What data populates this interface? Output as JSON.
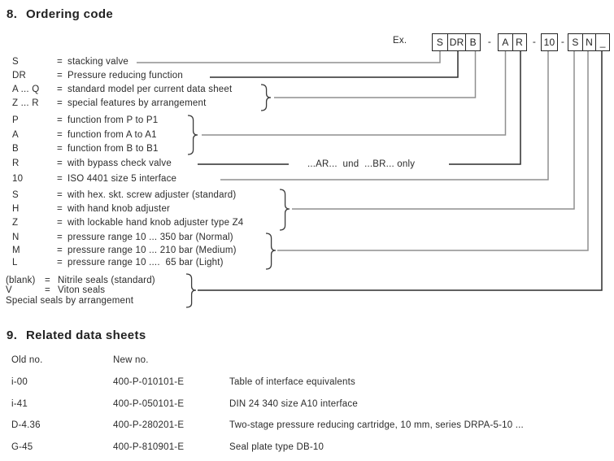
{
  "section8": {
    "number": "8.",
    "title": "Ordering code"
  },
  "example": {
    "label": "Ex."
  },
  "code": {
    "separator": "-",
    "groups": [
      [
        "S",
        "DR",
        "B"
      ],
      [
        "A",
        "R"
      ],
      [
        "10"
      ],
      [
        "S",
        "N",
        "_"
      ]
    ]
  },
  "ordering": {
    "rows": [
      {
        "label": "S",
        "eq": "=",
        "desc": "stacking valve"
      },
      {
        "label": "DR",
        "eq": "=",
        "desc": "Pressure reducing function"
      },
      {
        "label": "A ... Q",
        "eq": "=",
        "desc": "standard model per current data sheet"
      },
      {
        "label": "Z ... R",
        "eq": "=",
        "desc": "special features by arrangement"
      },
      {
        "label": "P",
        "eq": "=",
        "desc": "function from P to P1"
      },
      {
        "label": "A",
        "eq": "=",
        "desc": "function from A to A1"
      },
      {
        "label": "B",
        "eq": "=",
        "desc": "function from B to B1"
      },
      {
        "label": "R",
        "eq": "=",
        "desc": "with bypass check valve"
      },
      {
        "label": "10",
        "eq": "=",
        "desc": "ISO 4401 size 5 interface"
      },
      {
        "label": "S",
        "eq": "=",
        "desc": "with hex. skt. screw adjuster (standard)"
      },
      {
        "label": "H",
        "eq": "=",
        "desc": "with hand knob adjuster"
      },
      {
        "label": "Z",
        "eq": "=",
        "desc": "with lockable hand knob adjuster type Z4"
      },
      {
        "label": "N",
        "eq": "=",
        "desc": "pressure range 10 ... 350 bar (Normal)"
      },
      {
        "label": "M",
        "eq": "=",
        "desc": "pressure range 10 ... 210 bar (Medium)"
      },
      {
        "label": "L",
        "eq": "=",
        "desc": "pressure range 10 ....  65 bar (Light)"
      },
      {
        "label": "(blank)",
        "eq": "=",
        "desc": "Nitrile seals (standard)"
      },
      {
        "label": "V",
        "eq": "=",
        "desc": "Viton seals"
      },
      {
        "label": "Special seals by arrangement",
        "eq": "",
        "desc": ""
      }
    ],
    "note": "...AR...  und  ...BR... only"
  },
  "section9": {
    "number": "9.",
    "title": "Related data sheets"
  },
  "related": {
    "headers": [
      "Old no.",
      "New no."
    ],
    "rows": [
      {
        "old": "i-00",
        "new": "400-P-010101-E",
        "desc": "Table of interface equivalents"
      },
      {
        "old": "i-41",
        "new": "400-P-050101-E",
        "desc": "DIN 24 340 size A10 interface"
      },
      {
        "old": "D-4.36",
        "new": "400-P-280201-E",
        "desc": "Two-stage pressure reducing cartridge, 10 mm, series DRPA-5-10 ..."
      },
      {
        "old": "G-45",
        "new": "400-P-810901-E",
        "desc": "Seal plate type DB-10"
      }
    ]
  },
  "colors": {
    "line_gray": "#8f8f8f",
    "line_dark": "#2d2d2d",
    "brace": "#3a3a3a",
    "box_border": "#262626"
  }
}
